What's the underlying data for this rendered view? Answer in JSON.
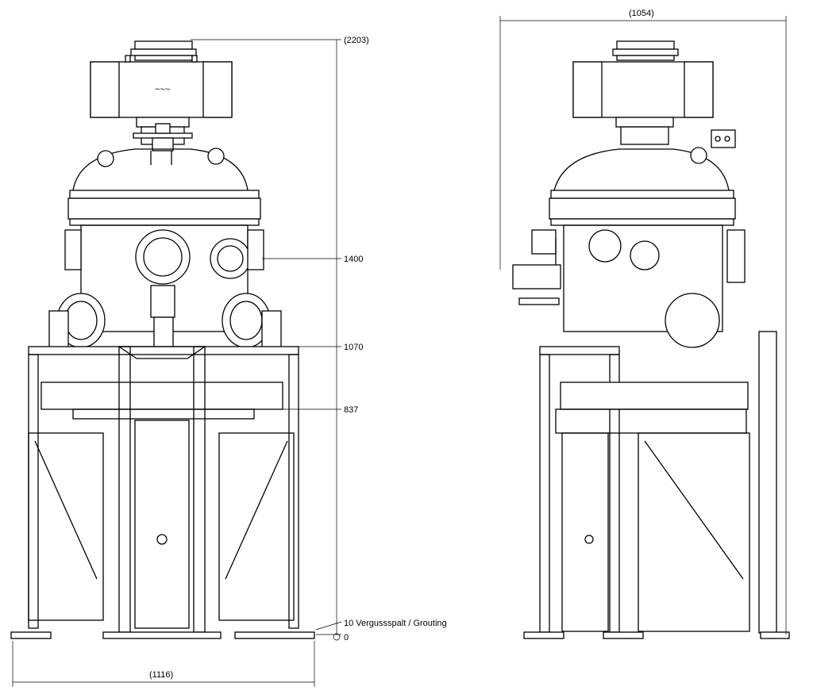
{
  "dimensions": {
    "overall_height": "(2203)",
    "level_1400": "1400",
    "level_1070": "1070",
    "level_837": "837",
    "grouting_note": "10 Vergussspalt / Grouting",
    "zero_level": "0",
    "front_width": "(1116)",
    "side_width": "(1054)"
  },
  "views": [
    "front-view",
    "side-view"
  ]
}
